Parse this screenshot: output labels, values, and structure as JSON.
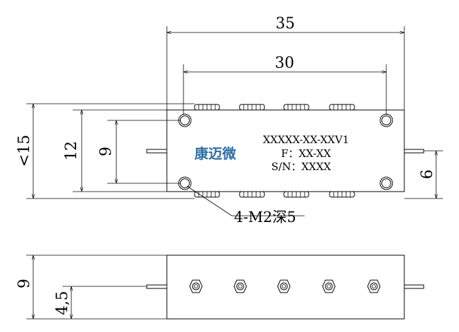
{
  "dimensions": {
    "overall_width": "35",
    "hole_spacing": "30",
    "body_height": "<15",
    "outer_height": "12",
    "hole_vertical": "9",
    "port_offset": "6",
    "side_height": "9",
    "side_half": "4,5"
  },
  "callout": "4-M2深5",
  "label": {
    "model": "XXXXX-XX-XXV1",
    "freq": "F：XX-XX",
    "serial": "S/N：XXXX"
  },
  "logo_text": "康迈微"
}
